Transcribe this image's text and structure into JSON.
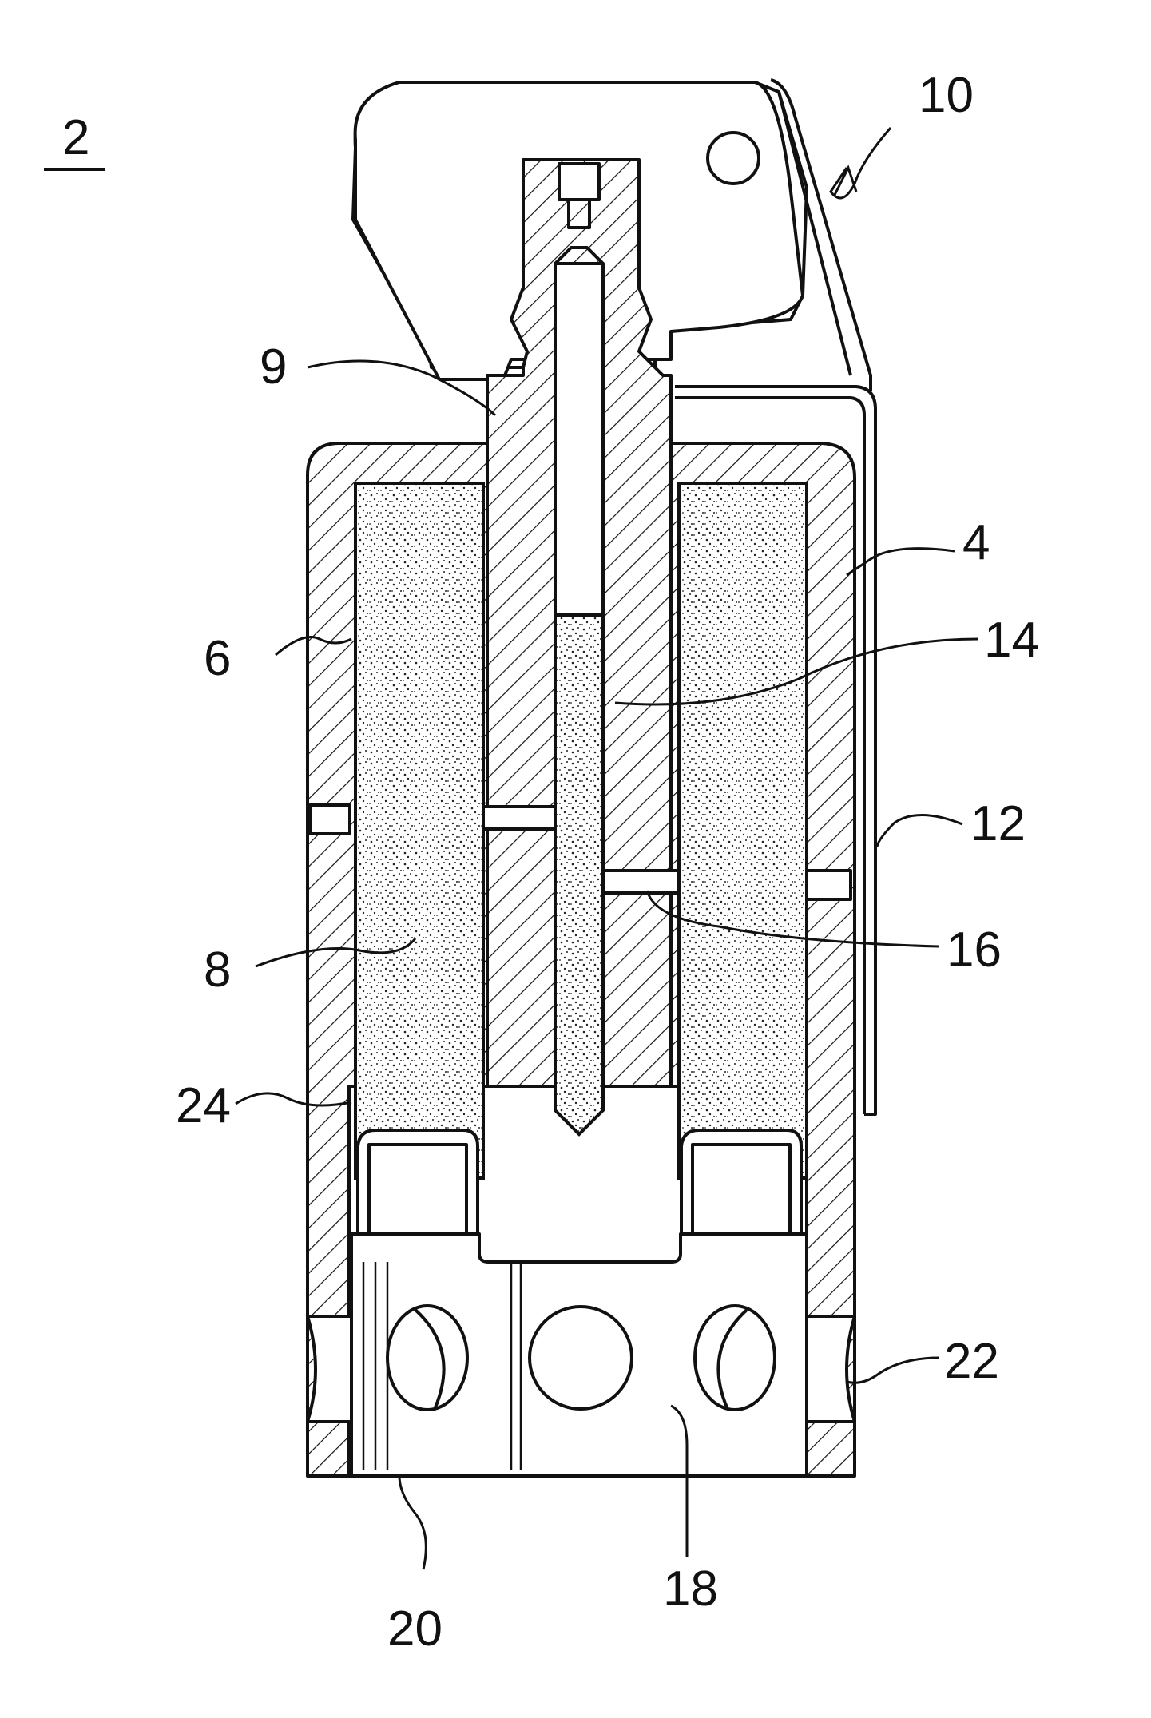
{
  "figure": {
    "figure_number": "2",
    "reference_numerals": {
      "device": "10",
      "housing": "4",
      "inner_wall": "6",
      "central_core": "9",
      "propellant_fill": "8",
      "igniter_bore": "14",
      "radial_passage": "16",
      "strap": "12",
      "nozzle_ring": "18",
      "bottom_face": "20",
      "side_port": "22",
      "seal_ring": "24"
    }
  }
}
